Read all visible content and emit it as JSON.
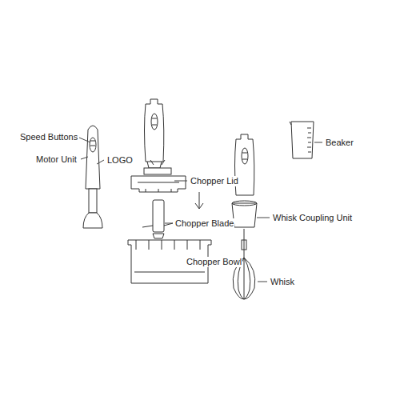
{
  "diagram": {
    "labels": [
      "Speed Buttons",
      "Motor Unit",
      "LOGO",
      "Chopper Lid",
      "Chopper Blade",
      "Chopper Bowl",
      "Whisk Coupling Unit",
      "Whisk",
      "Beaker"
    ]
  }
}
